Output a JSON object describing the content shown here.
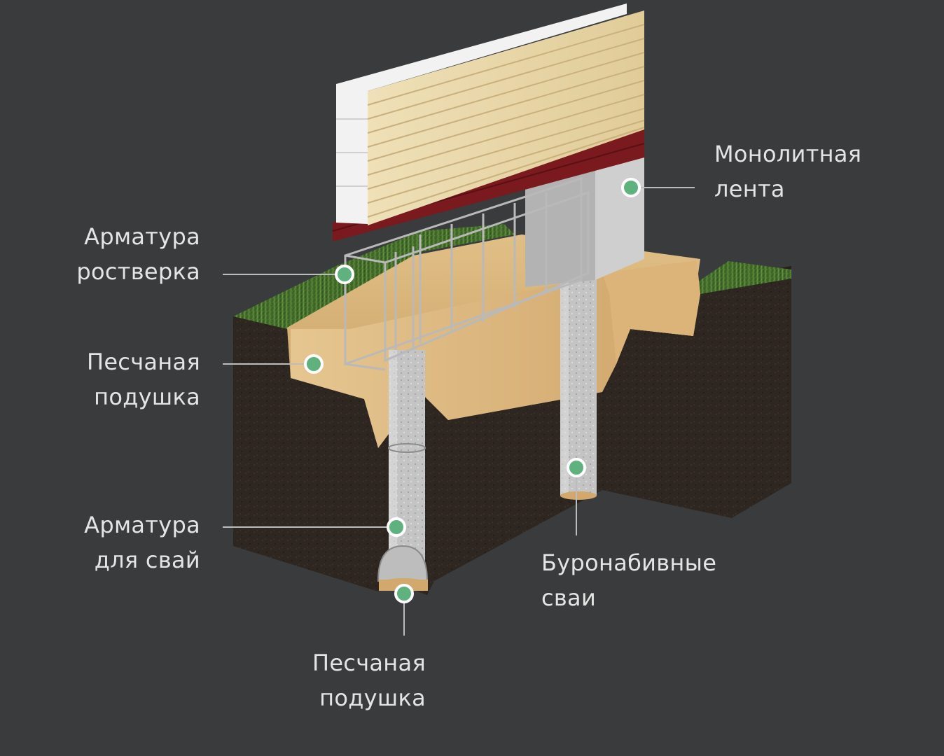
{
  "labels": {
    "monolith_tape": {
      "line1": "Монолитная",
      "line2": "лента"
    },
    "grillage_rebar": {
      "line1": "Арматура",
      "line2": "ростверка"
    },
    "sand_cushion_top": {
      "line1": "Песчаная",
      "line2": "подушка"
    },
    "pile_rebar": {
      "line1": "Арматура",
      "line2": "для свай"
    },
    "bored_piles": {
      "line1": "Буронабивные",
      "line2": "сваи"
    },
    "sand_cushion_bottom": {
      "line1": "Песчаная",
      "line2": "подушка"
    }
  },
  "colors": {
    "background": "#3a3b3d",
    "marker": "#5fb27e",
    "marker_ring": "#ffffff",
    "soil": "#2f2722",
    "sand": "#d9b67f",
    "grass": "#4f7a35",
    "concrete": "#bdbdbd",
    "brick_red": "#7a1a1e",
    "siding": "#eddcb3",
    "block_white": "#f1f1f1",
    "text": "#e4e4e4"
  }
}
